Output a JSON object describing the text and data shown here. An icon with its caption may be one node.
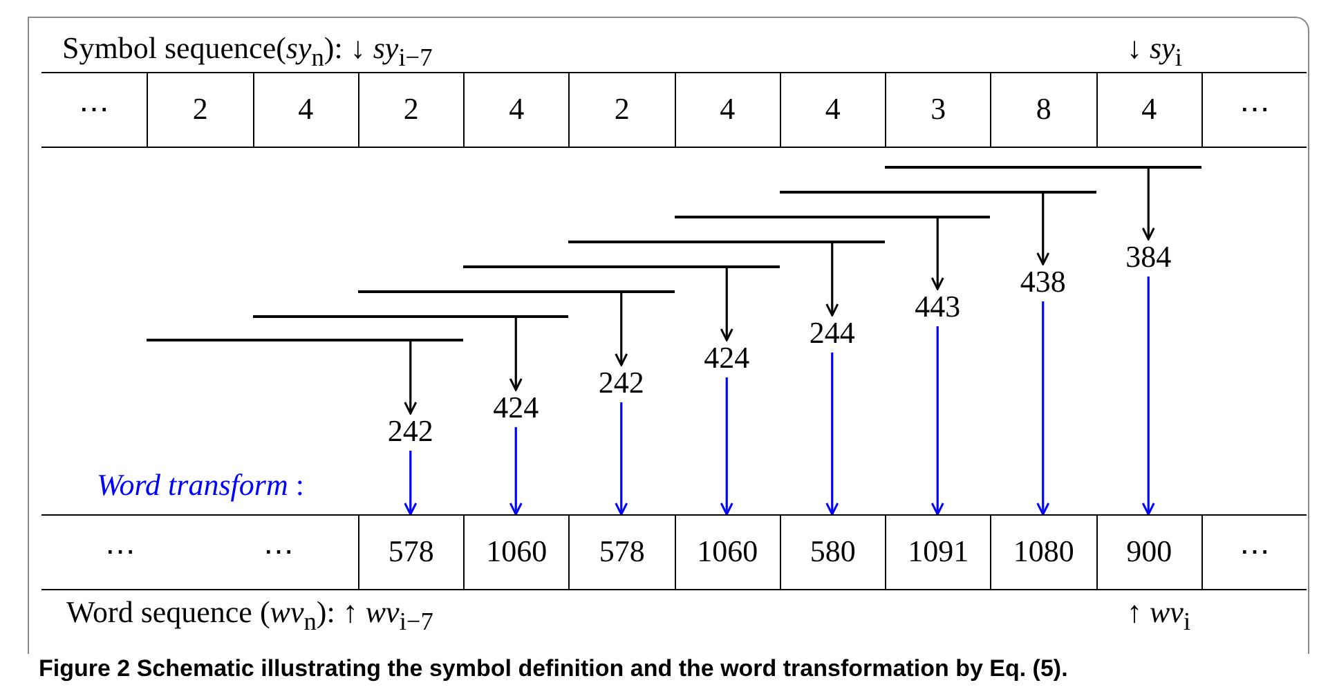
{
  "diagram": {
    "caption": "Figure 2 Schematic illustrating the symbol definition and the word transformation by Eq. (5).",
    "nodes": [
      {
        "text": [
          "⋯"
        ]
      },
      {
        "text": [
          "2"
        ]
      },
      {
        "text": [
          "4"
        ]
      },
      {
        "text": [
          "2"
        ]
      },
      {
        "text": [
          "4"
        ]
      },
      {
        "text": [
          "2"
        ]
      },
      {
        "text": [
          "4"
        ]
      },
      {
        "text": [
          "4"
        ]
      },
      {
        "text": [
          "3"
        ]
      },
      {
        "text": [
          "8"
        ]
      },
      {
        "text": [
          "4"
        ]
      },
      {
        "text": [
          "⋯"
        ]
      },
      {
        "text": [],
        "shape": "bar"
      },
      {
        "text": [],
        "shape": "bar"
      },
      {
        "text": [],
        "shape": "bar"
      },
      {
        "text": [],
        "shape": "bar"
      },
      {
        "text": [],
        "shape": "bar"
      },
      {
        "text": [],
        "shape": "bar"
      },
      {
        "text": [],
        "shape": "bar"
      },
      {
        "text": [],
        "shape": "bar"
      },
      {
        "text": [
          "242"
        ]
      },
      {
        "text": [
          "424"
        ]
      },
      {
        "text": [
          "242"
        ]
      },
      {
        "text": [
          "424"
        ]
      },
      {
        "text": [
          "244"
        ]
      },
      {
        "text": [
          "443"
        ]
      },
      {
        "text": [
          "438"
        ]
      },
      {
        "text": [
          "384"
        ]
      },
      {
        "text": [
          "⋯",
          "⋯"
        ]
      },
      {
        "text": [
          "578"
        ]
      },
      {
        "text": [
          "1060"
        ]
      },
      {
        "text": [
          "578"
        ]
      },
      {
        "text": [
          "1060"
        ]
      },
      {
        "text": [
          "580"
        ]
      },
      {
        "text": [
          "1091"
        ]
      },
      {
        "text": [
          "1080"
        ]
      },
      {
        "text": [
          "900"
        ]
      },
      {
        "text": [
          "⋯"
        ]
      }
    ],
    "edges": [
      {
        "from": 12,
        "to": 20,
        "arrow": "to"
      },
      {
        "from": 13,
        "to": 21,
        "arrow": "to"
      },
      {
        "from": 14,
        "to": 22,
        "arrow": "to"
      },
      {
        "from": 15,
        "to": 23,
        "arrow": "to"
      },
      {
        "from": 16,
        "to": 24,
        "arrow": "to"
      },
      {
        "from": 17,
        "to": 25,
        "arrow": "to"
      },
      {
        "from": 18,
        "to": 26,
        "arrow": "to"
      },
      {
        "from": 19,
        "to": 27,
        "arrow": "to"
      },
      {
        "from": 20,
        "to": 29,
        "arrow": "to",
        "color": "#0000ff"
      },
      {
        "from": 21,
        "to": 30,
        "arrow": "to",
        "color": "#0000ff"
      },
      {
        "from": 22,
        "to": 31,
        "arrow": "to",
        "color": "#0000ff"
      },
      {
        "from": 23,
        "to": 32,
        "arrow": "to",
        "color": "#0000ff"
      },
      {
        "from": 24,
        "to": 33,
        "arrow": "to",
        "color": "#0000ff"
      },
      {
        "from": 25,
        "to": 34,
        "arrow": "to",
        "color": "#0000ff"
      },
      {
        "from": 26,
        "to": 35,
        "arrow": "to",
        "color": "#0000ff"
      },
      {
        "from": 27,
        "to": 36,
        "arrow": "to",
        "color": "#0000ff"
      }
    ],
    "labels": [
      "Symbol sequence(*sy*$_{n}$): ↓ *sy*$_{i−7}$",
      "↓ *sy*$_{i}$",
      "*Word transform* :",
      "Word sequence (*wv*$_{n}$): ↑ *wv*$_{i−7}$",
      "↑ *wv*$_{i}$"
    ]
  }
}
